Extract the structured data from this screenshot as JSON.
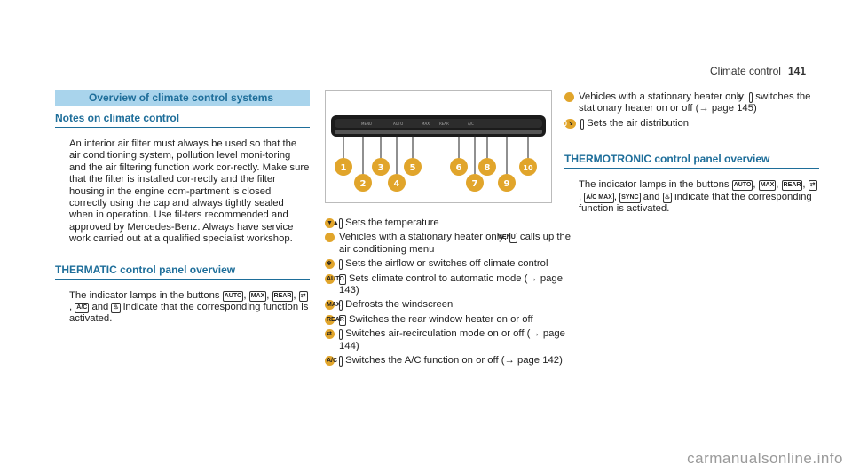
{
  "header": {
    "section": "Climate control",
    "page": "141"
  },
  "col1": {
    "band_title": "Overview of climate control systems",
    "notes_heading": "Notes on climate control",
    "notes_text": "An interior air filter must always be used so that the air conditioning system, pollution level moni-toring and the air filtering function work cor-rectly. Make sure that the filter is installed cor-rectly and the filter housing in the engine com-partment is closed correctly using the cap and always tightly sealed when in operation. Use fil-ters recommended and approved by Mercedes-Benz. Always have service work carried out at a qualified specialist workshop.",
    "thermatic_heading": "THERMATIC control panel overview",
    "thermatic_text_a": "The indicator lamps in the buttons",
    "thermatic_text_b": "and",
    "thermatic_text_c": "indicate that the corresponding function is activated."
  },
  "keys": {
    "auto": "AUTO",
    "max": "MAX",
    "rear": "REAR",
    "recirc": "⇄",
    "ac": "A/C",
    "acmax": "A/C MAX",
    "sync": "SYNC",
    "heater": "♨",
    "menu": "MENU",
    "fan": "❄",
    "temp": "▼▲",
    "airdist": "↘"
  },
  "col2": {
    "callouts": [
      "1",
      "2",
      "3",
      "4",
      "5",
      "6",
      "7",
      "8",
      "9",
      "10"
    ],
    "items": [
      {
        "num": "1",
        "key": "▼▲",
        "text": "Sets the temperature"
      },
      {
        "num": "2",
        "text_a": "Vehicles with a stationary heater only:",
        "key": "MENU",
        "text_b": "calls up the air conditioning menu"
      },
      {
        "num": "3",
        "key": "❄",
        "text": "Sets the airflow or switches off climate control"
      },
      {
        "num": "4",
        "key": "AUTO",
        "text": "Sets climate control to automatic mode (→ page 143)"
      },
      {
        "num": "5",
        "key": "MAX",
        "text": "Defrosts the windscreen"
      },
      {
        "num": "6",
        "key": "REAR",
        "text": "Switches the rear window heater on or off"
      },
      {
        "num": "7",
        "key": "⇄",
        "text": "Switches air-recirculation mode on or off (→ page 144)"
      },
      {
        "num": "8",
        "key": "A/C",
        "text": "Switches the A/C function on or off (→ page 142)"
      }
    ]
  },
  "col3": {
    "items": [
      {
        "num": "9",
        "text_a": "Vehicles with a stationary heater only:",
        "key": "♨",
        "text_b": "switches the stationary heater on or off (→ page 145)"
      },
      {
        "num": "10",
        "key": "↘",
        "text": "Sets the air distribution"
      }
    ],
    "thermotronic_heading": "THERMOTRONIC control panel overview",
    "thermotronic_text_a": "The indicator lamps in the buttons",
    "thermotronic_text_b": "and",
    "thermotronic_text_c": "indicate that the corresponding function is activated."
  },
  "watermark": "carmanualsonline.info",
  "colors": {
    "accent_band": "#a9d4ec",
    "heading": "#1e6e9a",
    "callout": "#e1a52b"
  }
}
